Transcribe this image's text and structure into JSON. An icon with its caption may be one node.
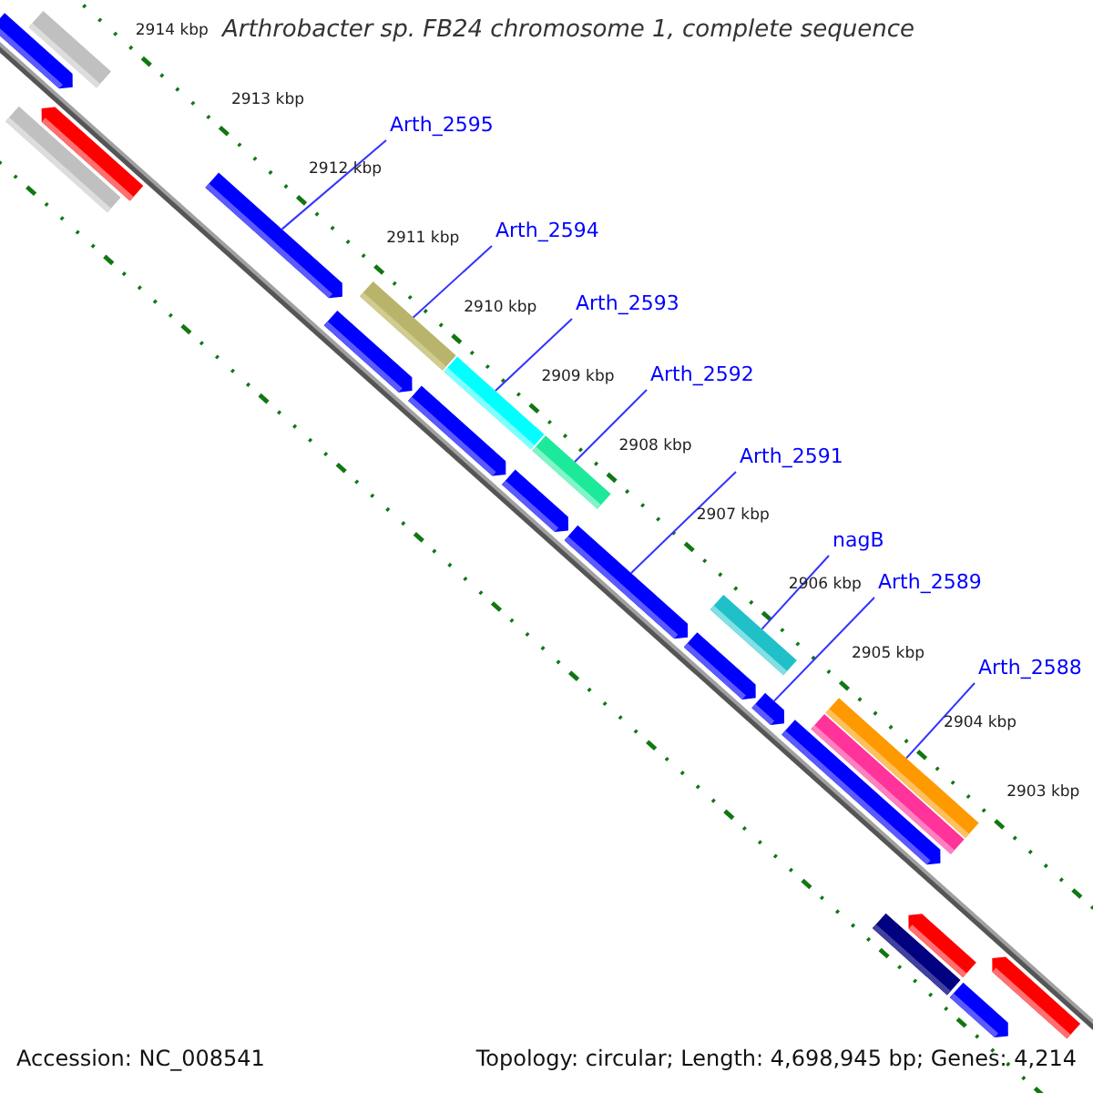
{
  "diagram": {
    "title": "Arthrobacter sp. FB24 chromosome 1, complete sequence",
    "nodes": [
      {
        "text": [
          "Arth_2595"
        ]
      },
      {
        "text": [],
        "shape": "arrow"
      },
      {
        "text": [
          "Arth_2594"
        ]
      },
      {
        "text": [],
        "shape": "bar"
      },
      {
        "text": [
          "Arth_2593"
        ]
      },
      {
        "text": [],
        "shape": "bar"
      },
      {
        "text": [
          "Arth_2592"
        ]
      },
      {
        "text": [],
        "shape": "bar"
      },
      {
        "text": [
          "Arth_2591"
        ]
      },
      {
        "text": [],
        "shape": "arrow"
      },
      {
        "text": [
          "nagB"
        ]
      },
      {
        "text": [],
        "shape": "bar"
      },
      {
        "text": [
          "Arth_2589"
        ]
      },
      {
        "text": [],
        "shape": "arrow"
      },
      {
        "text": [
          "Arth_2588"
        ]
      },
      {
        "text": [],
        "shape": "bar"
      },
      {
        "text": [],
        "shape": "arrow"
      },
      {
        "text": [],
        "shape": "bar"
      },
      {
        "text": [],
        "shape": "arrow"
      },
      {
        "text": [],
        "shape": "arrow"
      },
      {
        "text": [],
        "shape": "arrow"
      },
      {
        "text": [],
        "shape": "arrow"
      },
      {
        "text": [],
        "shape": "arrow"
      },
      {
        "text": [],
        "shape": "bar"
      },
      {
        "text": [],
        "shape": "arrow"
      },
      {
        "text": [],
        "shape": "bar"
      },
      {
        "text": [],
        "shape": "arrow"
      },
      {
        "text": [],
        "shape": "arrow"
      },
      {
        "text": [],
        "shape": "bar"
      },
      {
        "text": [],
        "shape": "arrow"
      }
    ],
    "edges": [
      {
        "from": 0,
        "to": 1,
        "arrow": "none"
      },
      {
        "from": 2,
        "to": 3,
        "arrow": "none"
      },
      {
        "from": 4,
        "to": 5,
        "arrow": "none"
      },
      {
        "from": 6,
        "to": 7,
        "arrow": "none"
      },
      {
        "from": 8,
        "to": 9,
        "arrow": "none"
      },
      {
        "from": 10,
        "to": 11,
        "arrow": "none"
      },
      {
        "from": 12,
        "to": 13,
        "arrow": "none"
      },
      {
        "from": 14,
        "to": 15,
        "arrow": "none"
      }
    ],
    "labels": [
      "2914 kbp",
      "2913 kbp",
      "2912 kbp",
      "2911 kbp",
      "2910 kbp",
      "2909 kbp",
      "2908 kbp",
      "2907 kbp",
      "2906 kbp",
      "2905 kbp",
      "2904 kbp",
      "2903 kbp",
      "Accession: NC_008541",
      "Topology: circular; Length: 4,698,945 bp; Genes: 4,214"
    ]
  }
}
